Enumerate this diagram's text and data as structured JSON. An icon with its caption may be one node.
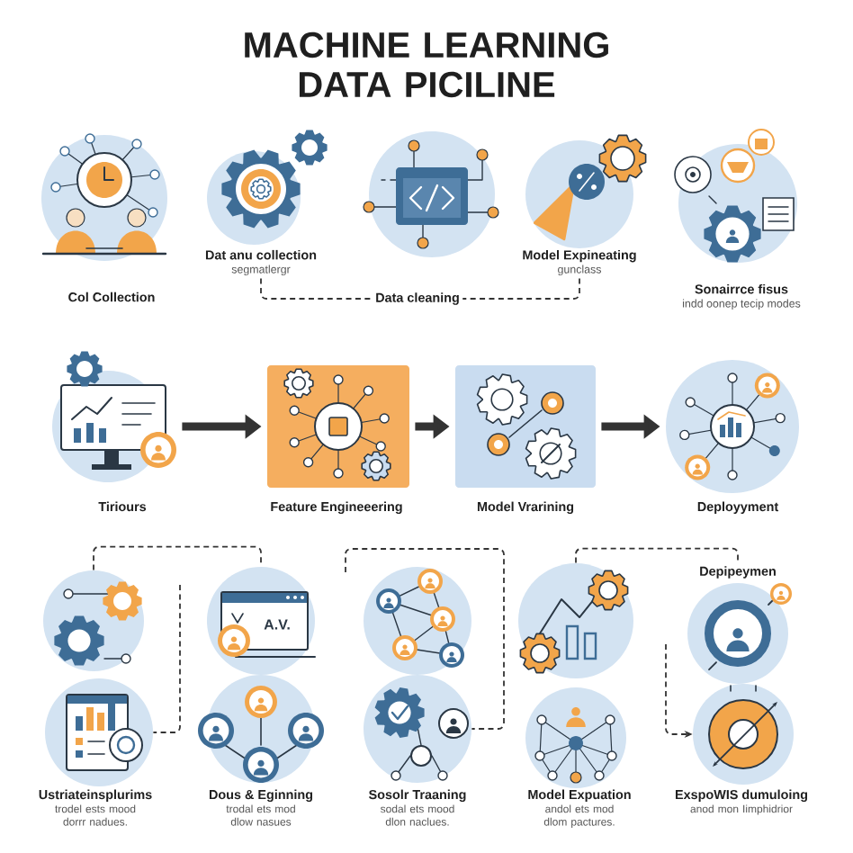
{
  "diagram": {
    "title": "MACHINE LEARNING DATA PICILINE",
    "nodes": [
      {
        "text": [
          "Col Collection"
        ]
      },
      {
        "text": [
          "Dat anu collection",
          "segmatlergr"
        ]
      },
      {
        "text": [
          "Data cleaning"
        ]
      },
      {
        "text": [
          "Model Expineating",
          "gunclass"
        ]
      },
      {
        "text": [
          "Sonairrce fisus",
          "indd oonep tecip modes"
        ]
      },
      {
        "text": [
          "Tiriours"
        ]
      },
      {
        "text": [
          "Feature Engineeering"
        ]
      },
      {
        "text": [
          "Model Vrarining"
        ]
      },
      {
        "text": [
          "Deployyment"
        ]
      },
      {
        "text": [],
        "shape": "picture"
      },
      {
        "text": [
          "Ustriateinsplurims",
          "trodel ests mood dorrr nadues."
        ]
      },
      {
        "text": [
          "A.V."
        ]
      },
      {
        "text": [
          "Dous & Eginning",
          "trodal ets mod dlow nasues"
        ]
      },
      {
        "text": [],
        "shape": "picture"
      },
      {
        "text": [
          "Sosolr Traaning",
          "sodal ets mood dlon naclues."
        ]
      },
      {
        "text": [],
        "shape": "picture"
      },
      {
        "text": [
          "Model Expuation",
          "andol ets mod dlom pactures."
        ]
      },
      {
        "text": [
          "Depipeymen"
        ]
      },
      {
        "text": [
          "ExspoWIS dumuloing",
          "anod mon Iimphidrior"
        ]
      }
    ],
    "edges": [
      {
        "from": 1,
        "to": 2,
        "arrow": "none",
        "style": "dashed"
      },
      {
        "from": 3,
        "to": 2,
        "arrow": "none",
        "style": "dashed"
      },
      {
        "from": 5,
        "to": 6,
        "arrow": "to",
        "style": "thick"
      },
      {
        "from": 6,
        "to": 7,
        "arrow": "to",
        "style": "thick"
      },
      {
        "from": 7,
        "to": 8,
        "arrow": "to",
        "style": "thick"
      },
      {
        "from": 9,
        "to": 11,
        "arrow": "none",
        "style": "dashed"
      },
      {
        "from": null,
        "to": 10,
        "arrow": "none",
        "style": "dashed"
      },
      {
        "from": null,
        "to": 14,
        "arrow": "none",
        "style": "dashed"
      },
      {
        "from": 15,
        "to": 17,
        "arrow": "none",
        "style": "dashed"
      },
      {
        "from": null,
        "to": 18,
        "arrow": "to",
        "style": "dashed"
      }
    ]
  }
}
